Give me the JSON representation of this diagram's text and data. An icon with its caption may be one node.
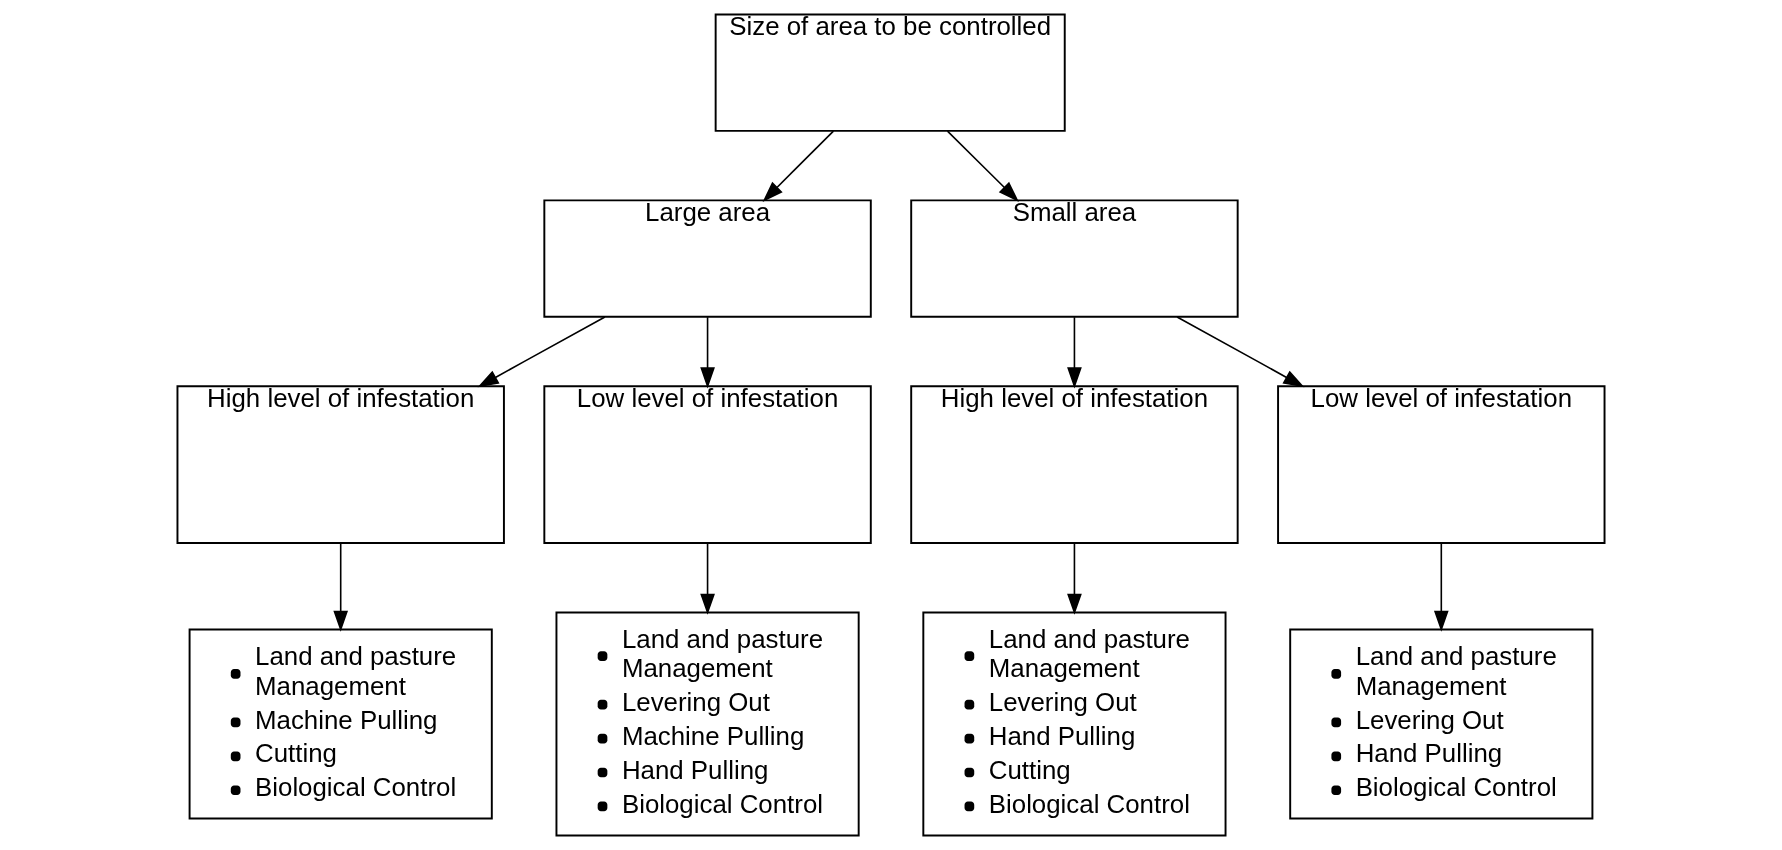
{
  "diagram": {
    "nodes": [
      {
        "text": [
          "Size of area to be controlled"
        ]
      },
      {
        "text": [
          "Large area"
        ]
      },
      {
        "text": [
          "Small area"
        ]
      },
      {
        "text": [
          "High level of infestation"
        ]
      },
      {
        "text": [
          "Low level of infestation"
        ]
      },
      {
        "text": [
          "High level of infestation"
        ]
      },
      {
        "text": [
          "Low level of infestation"
        ]
      },
      {
        "text": [
          "Land and pasture Management",
          "Machine Pulling",
          "Cutting",
          "Biological Control"
        ]
      },
      {
        "text": [
          "Land and pasture Management",
          "Levering Out",
          "Machine Pulling",
          "Hand Pulling",
          "Biological Control"
        ]
      },
      {
        "text": [
          "Land and pasture Management",
          "Levering Out",
          "Hand Pulling",
          "Cutting",
          "Biological Control"
        ]
      },
      {
        "text": [
          "Land and pasture Management",
          "Levering Out",
          "Hand Pulling",
          "Biological Control"
        ]
      }
    ],
    "edges": [
      {
        "from": 0,
        "to": 1,
        "arrow": "to"
      },
      {
        "from": 0,
        "to": 2,
        "arrow": "to"
      },
      {
        "from": 1,
        "to": 3,
        "arrow": "to"
      },
      {
        "from": 1,
        "to": 4,
        "arrow": "to"
      },
      {
        "from": 2,
        "to": 5,
        "arrow": "to"
      },
      {
        "from": 2,
        "to": 6,
        "arrow": "to"
      },
      {
        "from": 3,
        "to": 7,
        "arrow": "to"
      },
      {
        "from": 4,
        "to": 8,
        "arrow": "to"
      },
      {
        "from": 5,
        "to": 9,
        "arrow": "to"
      },
      {
        "from": 6,
        "to": 10,
        "arrow": "to"
      }
    ]
  }
}
